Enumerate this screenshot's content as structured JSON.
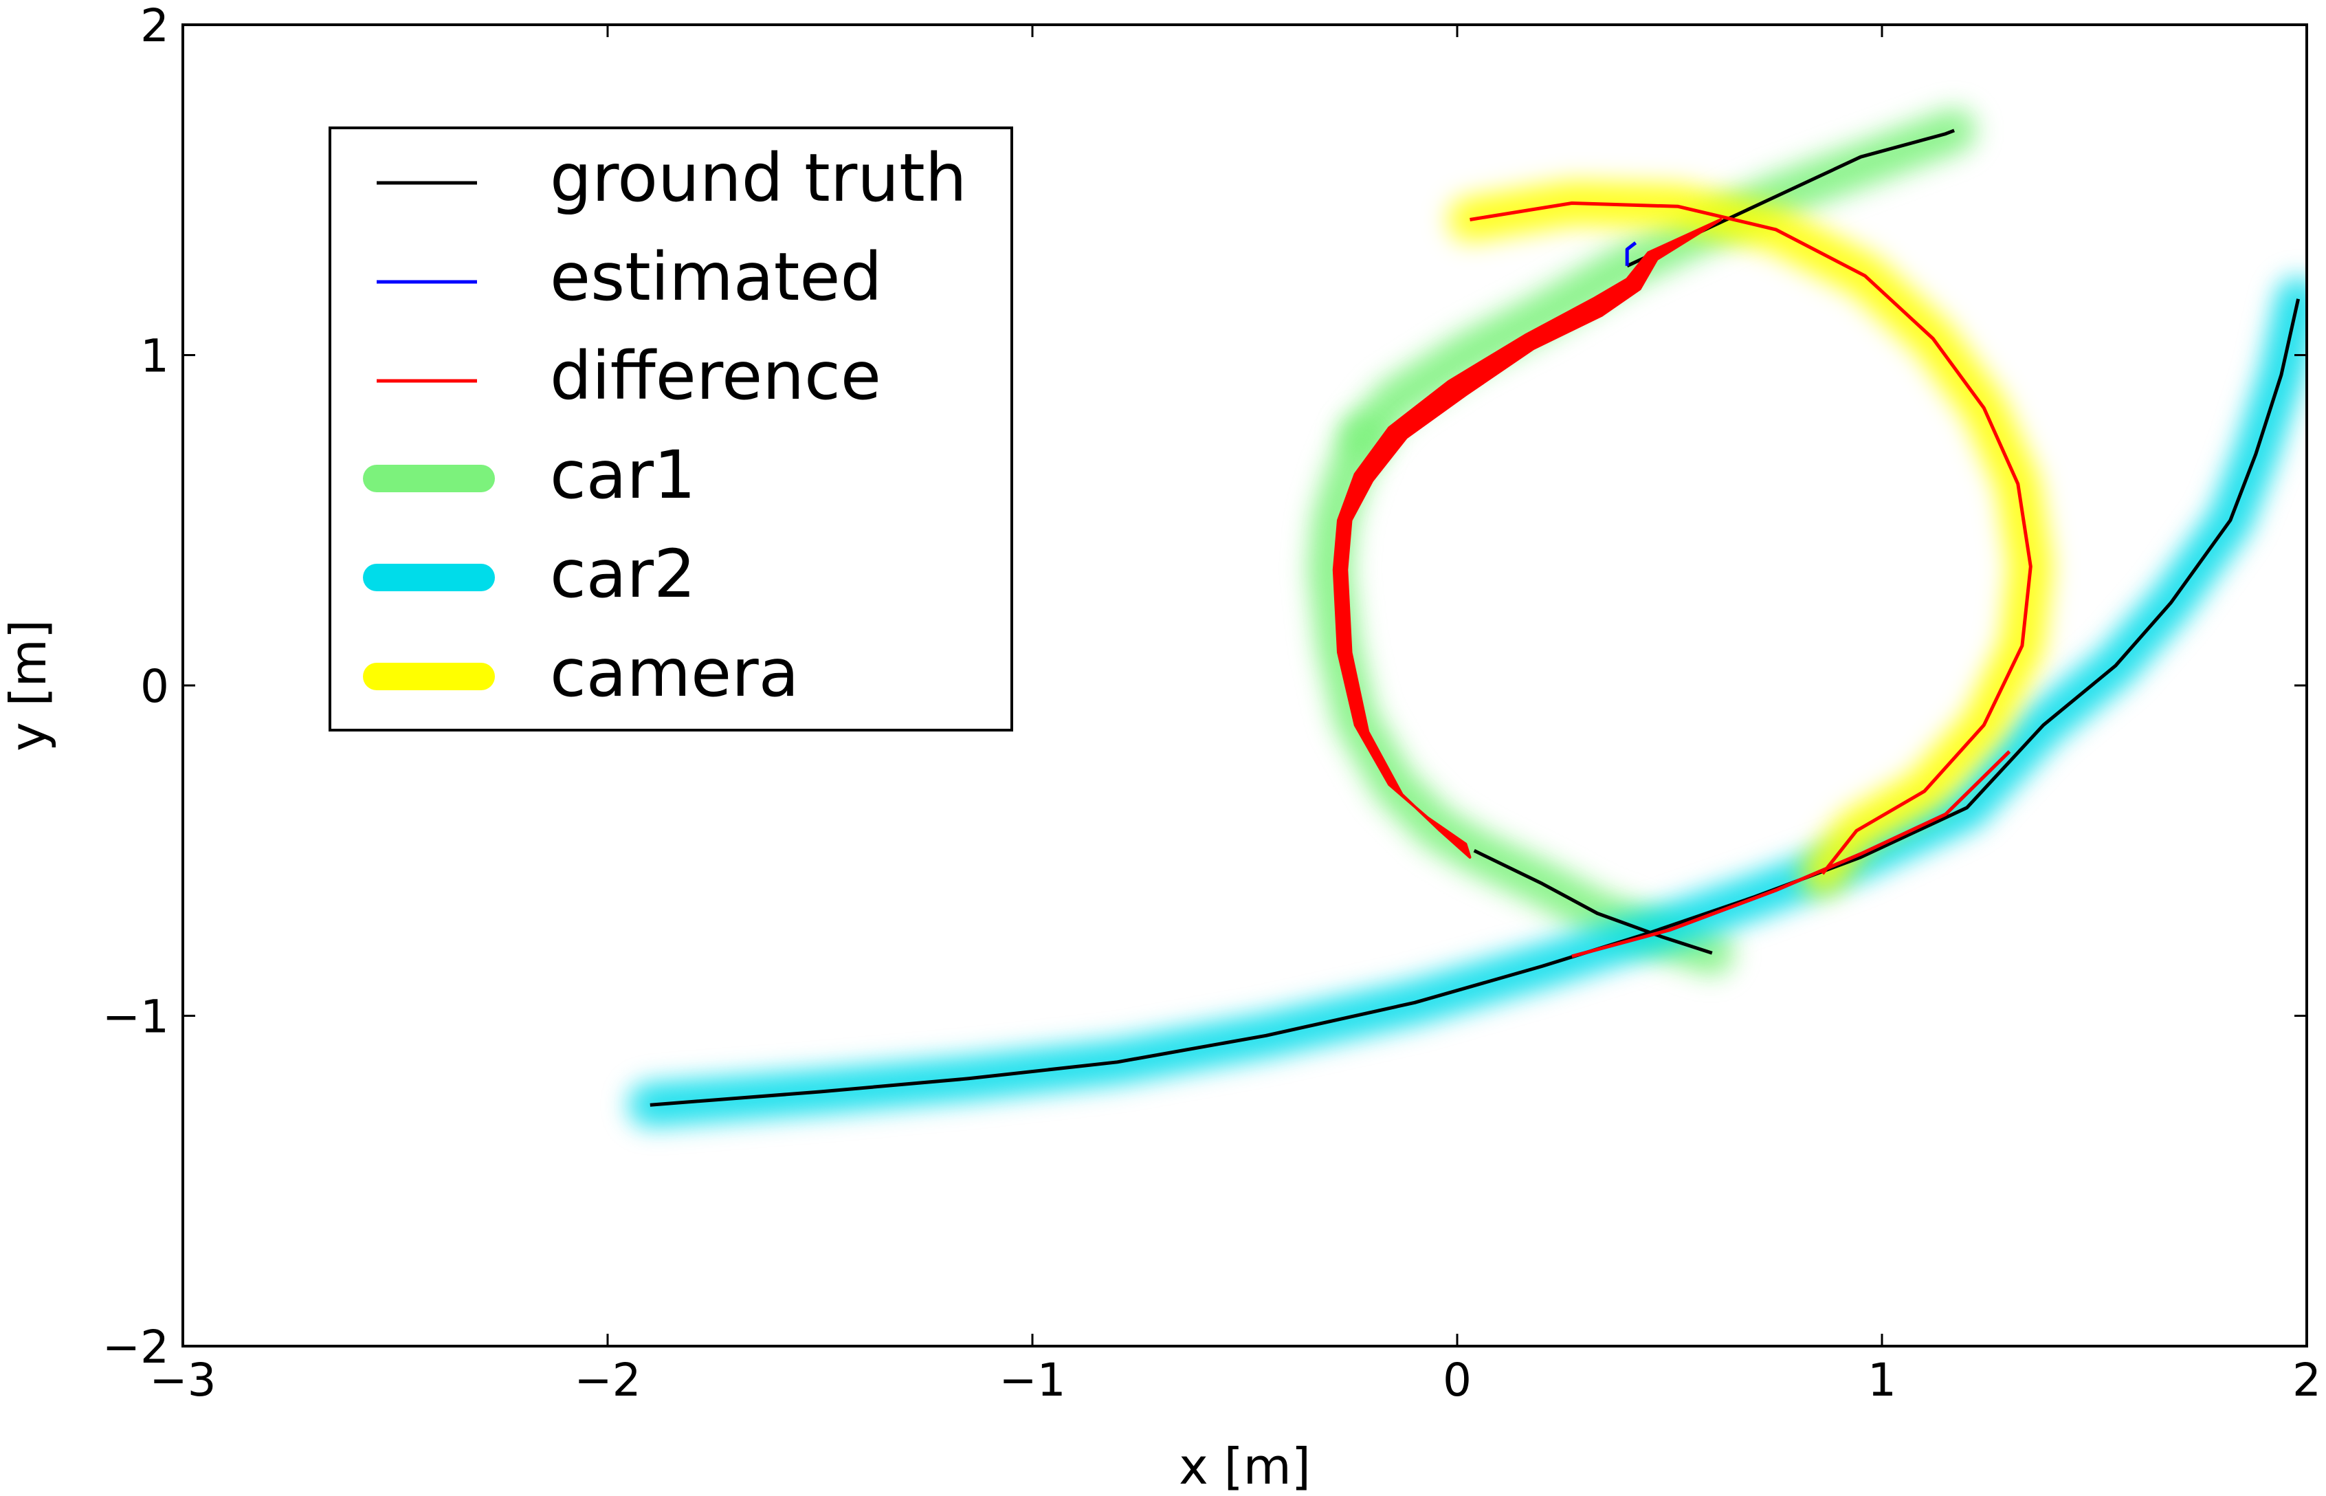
{
  "chart_data": {
    "type": "line",
    "title": "",
    "xlabel": "x [m]",
    "ylabel": "y [m]",
    "xlim": [
      -3,
      2
    ],
    "ylim": [
      -2,
      2
    ],
    "xticks": [
      {
        "value": -3,
        "label": "−3"
      },
      {
        "value": -2,
        "label": "−2"
      },
      {
        "value": -1,
        "label": "−1"
      },
      {
        "value": 0,
        "label": "0"
      },
      {
        "value": 1,
        "label": "1"
      },
      {
        "value": 2,
        "label": "2"
      }
    ],
    "yticks": [
      {
        "value": -2,
        "label": "−2"
      },
      {
        "value": -1,
        "label": "−1"
      },
      {
        "value": 0,
        "label": "0"
      },
      {
        "value": 1,
        "label": "1"
      },
      {
        "value": 2,
        "label": "2"
      }
    ],
    "grid": false,
    "legend_position": "top-left",
    "colors": {
      "ground_truth": "#000000",
      "estimated": "#0000ff",
      "difference": "#ff0000",
      "car1": "#7cf27c",
      "car2": "#00dcea",
      "camera": "#ffff00"
    },
    "legend": [
      {
        "label": "ground truth",
        "color": "#000000",
        "kind": "line"
      },
      {
        "label": "estimated",
        "color": "#0000ff",
        "kind": "line"
      },
      {
        "label": "difference",
        "color": "#ff0000",
        "kind": "line"
      },
      {
        "label": "car1",
        "color": "#7cf27c",
        "kind": "band"
      },
      {
        "label": "car2",
        "color": "#00dcea",
        "kind": "band"
      },
      {
        "label": "camera",
        "color": "#ffff00",
        "kind": "band"
      }
    ],
    "series": [
      {
        "name": "car1",
        "kind": "highlight",
        "color": "#7cf27c",
        "points": [
          [
            -0.22,
            0.75
          ],
          [
            -0.15,
            0.86
          ],
          [
            0.02,
            1.0
          ],
          [
            0.2,
            1.12
          ],
          [
            0.4,
            1.27
          ],
          [
            0.75,
            1.48
          ],
          [
            1.15,
            1.67
          ],
          [
            1.17,
            1.68
          ]
        ]
      },
      {
        "name": "car1",
        "kind": "highlight",
        "color": "#7cf27c",
        "points": [
          [
            -0.22,
            0.75
          ],
          [
            -0.26,
            0.63
          ],
          [
            -0.29,
            0.5
          ],
          [
            -0.3,
            0.35
          ],
          [
            -0.28,
            0.12
          ],
          [
            -0.24,
            -0.1
          ],
          [
            -0.15,
            -0.3
          ],
          [
            -0.05,
            -0.43
          ],
          [
            0.04,
            -0.5
          ],
          [
            0.2,
            -0.6
          ],
          [
            0.33,
            -0.69
          ],
          [
            0.48,
            -0.76
          ],
          [
            0.6,
            -0.81
          ]
        ]
      },
      {
        "name": "car2",
        "kind": "highlight",
        "color": "#00dcea",
        "points": [
          [
            -1.9,
            -1.27
          ],
          [
            -1.5,
            -1.23
          ],
          [
            -1.15,
            -1.19
          ],
          [
            -0.8,
            -1.14
          ],
          [
            -0.45,
            -1.06
          ],
          [
            -0.1,
            -0.96
          ],
          [
            0.2,
            -0.85
          ],
          [
            0.45,
            -0.75
          ],
          [
            0.7,
            -0.64
          ],
          [
            0.95,
            -0.52
          ],
          [
            1.2,
            -0.37
          ],
          [
            1.38,
            -0.12
          ],
          [
            1.55,
            0.06
          ],
          [
            1.68,
            0.25
          ],
          [
            1.82,
            0.5
          ],
          [
            1.88,
            0.7
          ],
          [
            1.94,
            0.94
          ],
          [
            1.98,
            1.17
          ]
        ]
      },
      {
        "name": "camera",
        "kind": "highlight",
        "color": "#ffff00",
        "points": [
          [
            0.03,
            1.41
          ],
          [
            0.27,
            1.46
          ],
          [
            0.52,
            1.45
          ],
          [
            0.75,
            1.38
          ],
          [
            0.96,
            1.24
          ],
          [
            1.12,
            1.05
          ],
          [
            1.24,
            0.84
          ],
          [
            1.32,
            0.61
          ],
          [
            1.35,
            0.36
          ],
          [
            1.33,
            0.12
          ],
          [
            1.24,
            -0.12
          ],
          [
            1.1,
            -0.32
          ],
          [
            0.94,
            -0.44
          ],
          [
            0.86,
            -0.57
          ]
        ]
      },
      {
        "name": "ground truth",
        "kind": "line",
        "color": "#000000",
        "points": [
          [
            -1.9,
            -1.27
          ],
          [
            -1.5,
            -1.23
          ],
          [
            -1.15,
            -1.19
          ],
          [
            -0.8,
            -1.14
          ],
          [
            -0.45,
            -1.06
          ],
          [
            -0.1,
            -0.96
          ],
          [
            0.2,
            -0.85
          ],
          [
            0.45,
            -0.75
          ],
          [
            0.7,
            -0.64
          ],
          [
            0.95,
            -0.52
          ],
          [
            1.2,
            -0.37
          ],
          [
            1.38,
            -0.12
          ],
          [
            1.55,
            0.06
          ],
          [
            1.68,
            0.25
          ],
          [
            1.82,
            0.5
          ],
          [
            1.88,
            0.7
          ],
          [
            1.94,
            0.94
          ],
          [
            1.98,
            1.17
          ]
        ]
      },
      {
        "name": "ground truth",
        "kind": "line",
        "color": "#000000",
        "points": [
          [
            0.04,
            -0.5
          ],
          [
            0.2,
            -0.6
          ],
          [
            0.33,
            -0.69
          ],
          [
            0.48,
            -0.76
          ],
          [
            0.6,
            -0.81
          ]
        ]
      },
      {
        "name": "ground truth",
        "kind": "line",
        "color": "#000000",
        "points": [
          [
            0.4,
            1.27
          ],
          [
            0.75,
            1.48
          ],
          [
            0.95,
            1.6
          ],
          [
            1.15,
            1.67
          ],
          [
            1.17,
            1.68
          ]
        ]
      },
      {
        "name": "estimated",
        "kind": "line",
        "color": "#0000ff",
        "points": [
          [
            0.27,
            -0.82
          ],
          [
            0.5,
            -0.74
          ],
          [
            0.75,
            -0.62
          ],
          [
            0.95,
            -0.51
          ],
          [
            1.15,
            -0.39
          ],
          [
            1.3,
            -0.2
          ]
        ]
      },
      {
        "name": "estimated",
        "kind": "line",
        "color": "#0000ff",
        "points": [
          [
            0.4,
            1.27
          ],
          [
            0.4,
            1.32
          ],
          [
            0.42,
            1.34
          ]
        ]
      },
      {
        "name": "difference",
        "kind": "line",
        "color": "#ff0000",
        "points": [
          [
            0.03,
            1.41
          ],
          [
            0.27,
            1.46
          ],
          [
            0.52,
            1.45
          ],
          [
            0.75,
            1.38
          ],
          [
            0.96,
            1.24
          ],
          [
            1.12,
            1.05
          ],
          [
            1.24,
            0.84
          ],
          [
            1.32,
            0.61
          ],
          [
            1.35,
            0.36
          ],
          [
            1.33,
            0.12
          ],
          [
            1.24,
            -0.12
          ],
          [
            1.1,
            -0.32
          ],
          [
            0.94,
            -0.44
          ],
          [
            0.86,
            -0.57
          ]
        ]
      },
      {
        "name": "difference",
        "kind": "line",
        "color": "#ff0000",
        "points": [
          [
            0.27,
            -0.82
          ],
          [
            0.5,
            -0.74
          ],
          [
            0.75,
            -0.62
          ],
          [
            0.95,
            -0.51
          ],
          [
            1.15,
            -0.39
          ],
          [
            1.3,
            -0.2
          ]
        ]
      },
      {
        "name": "difference",
        "kind": "band",
        "color": "#ff0000",
        "upper": [
          [
            0.02,
            -0.48
          ],
          [
            -0.07,
            -0.4
          ],
          [
            -0.16,
            -0.3
          ],
          [
            -0.24,
            -0.12
          ],
          [
            -0.28,
            0.1
          ],
          [
            -0.29,
            0.35
          ],
          [
            -0.28,
            0.5
          ],
          [
            -0.24,
            0.64
          ],
          [
            -0.16,
            0.78
          ],
          [
            -0.02,
            0.92
          ],
          [
            0.16,
            1.06
          ],
          [
            0.32,
            1.17
          ],
          [
            0.4,
            1.23
          ],
          [
            0.45,
            1.31
          ],
          [
            0.62,
            1.41
          ]
        ],
        "lower": [
          [
            0.03,
            -0.52
          ],
          [
            -0.04,
            -0.44
          ],
          [
            -0.13,
            -0.33
          ],
          [
            -0.21,
            -0.14
          ],
          [
            -0.25,
            0.1
          ],
          [
            -0.26,
            0.35
          ],
          [
            -0.25,
            0.5
          ],
          [
            -0.2,
            0.62
          ],
          [
            -0.12,
            0.75
          ],
          [
            0.02,
            0.88
          ],
          [
            0.18,
            1.02
          ],
          [
            0.34,
            1.12
          ],
          [
            0.43,
            1.2
          ],
          [
            0.47,
            1.29
          ],
          [
            0.62,
            1.41
          ]
        ]
      }
    ]
  }
}
